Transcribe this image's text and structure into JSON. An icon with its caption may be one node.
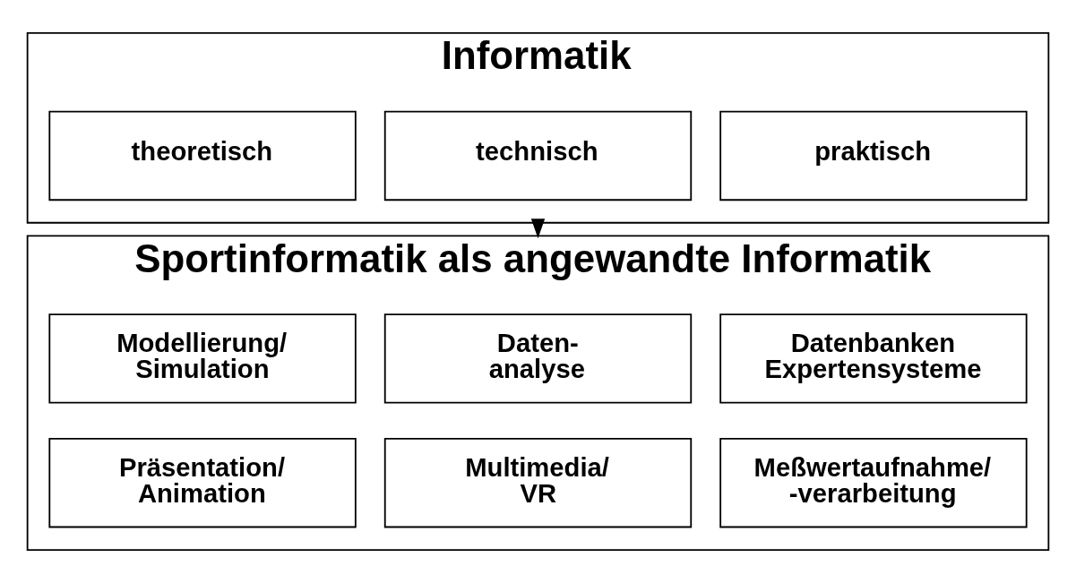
{
  "diagram": {
    "nodes": [
      {
        "text": [
          "Informatik"
        ]
      },
      {
        "text": [
          "theoretisch"
        ],
        "in": 0
      },
      {
        "text": [
          "technisch"
        ],
        "in": 0
      },
      {
        "text": [
          "praktisch"
        ],
        "in": 0
      },
      {
        "text": [
          "Sportinformatik als angewandte Informatik"
        ]
      },
      {
        "text": [
          "Modellierung/ Simulation"
        ],
        "in": 4
      },
      {
        "text": [
          "Daten- analyse"
        ],
        "in": 4
      },
      {
        "text": [
          "Datenbanken Expertensysteme"
        ],
        "in": 4
      },
      {
        "text": [
          "Präsentation/ Animation"
        ],
        "in": 4
      },
      {
        "text": [
          "Multimedia/ VR"
        ],
        "in": 4
      },
      {
        "text": [
          "Meßwertaufnahme/ -verarbeitung"
        ],
        "in": 4
      }
    ],
    "edges": [
      {
        "from": 0,
        "to": 4,
        "arrow": "to"
      }
    ]
  }
}
